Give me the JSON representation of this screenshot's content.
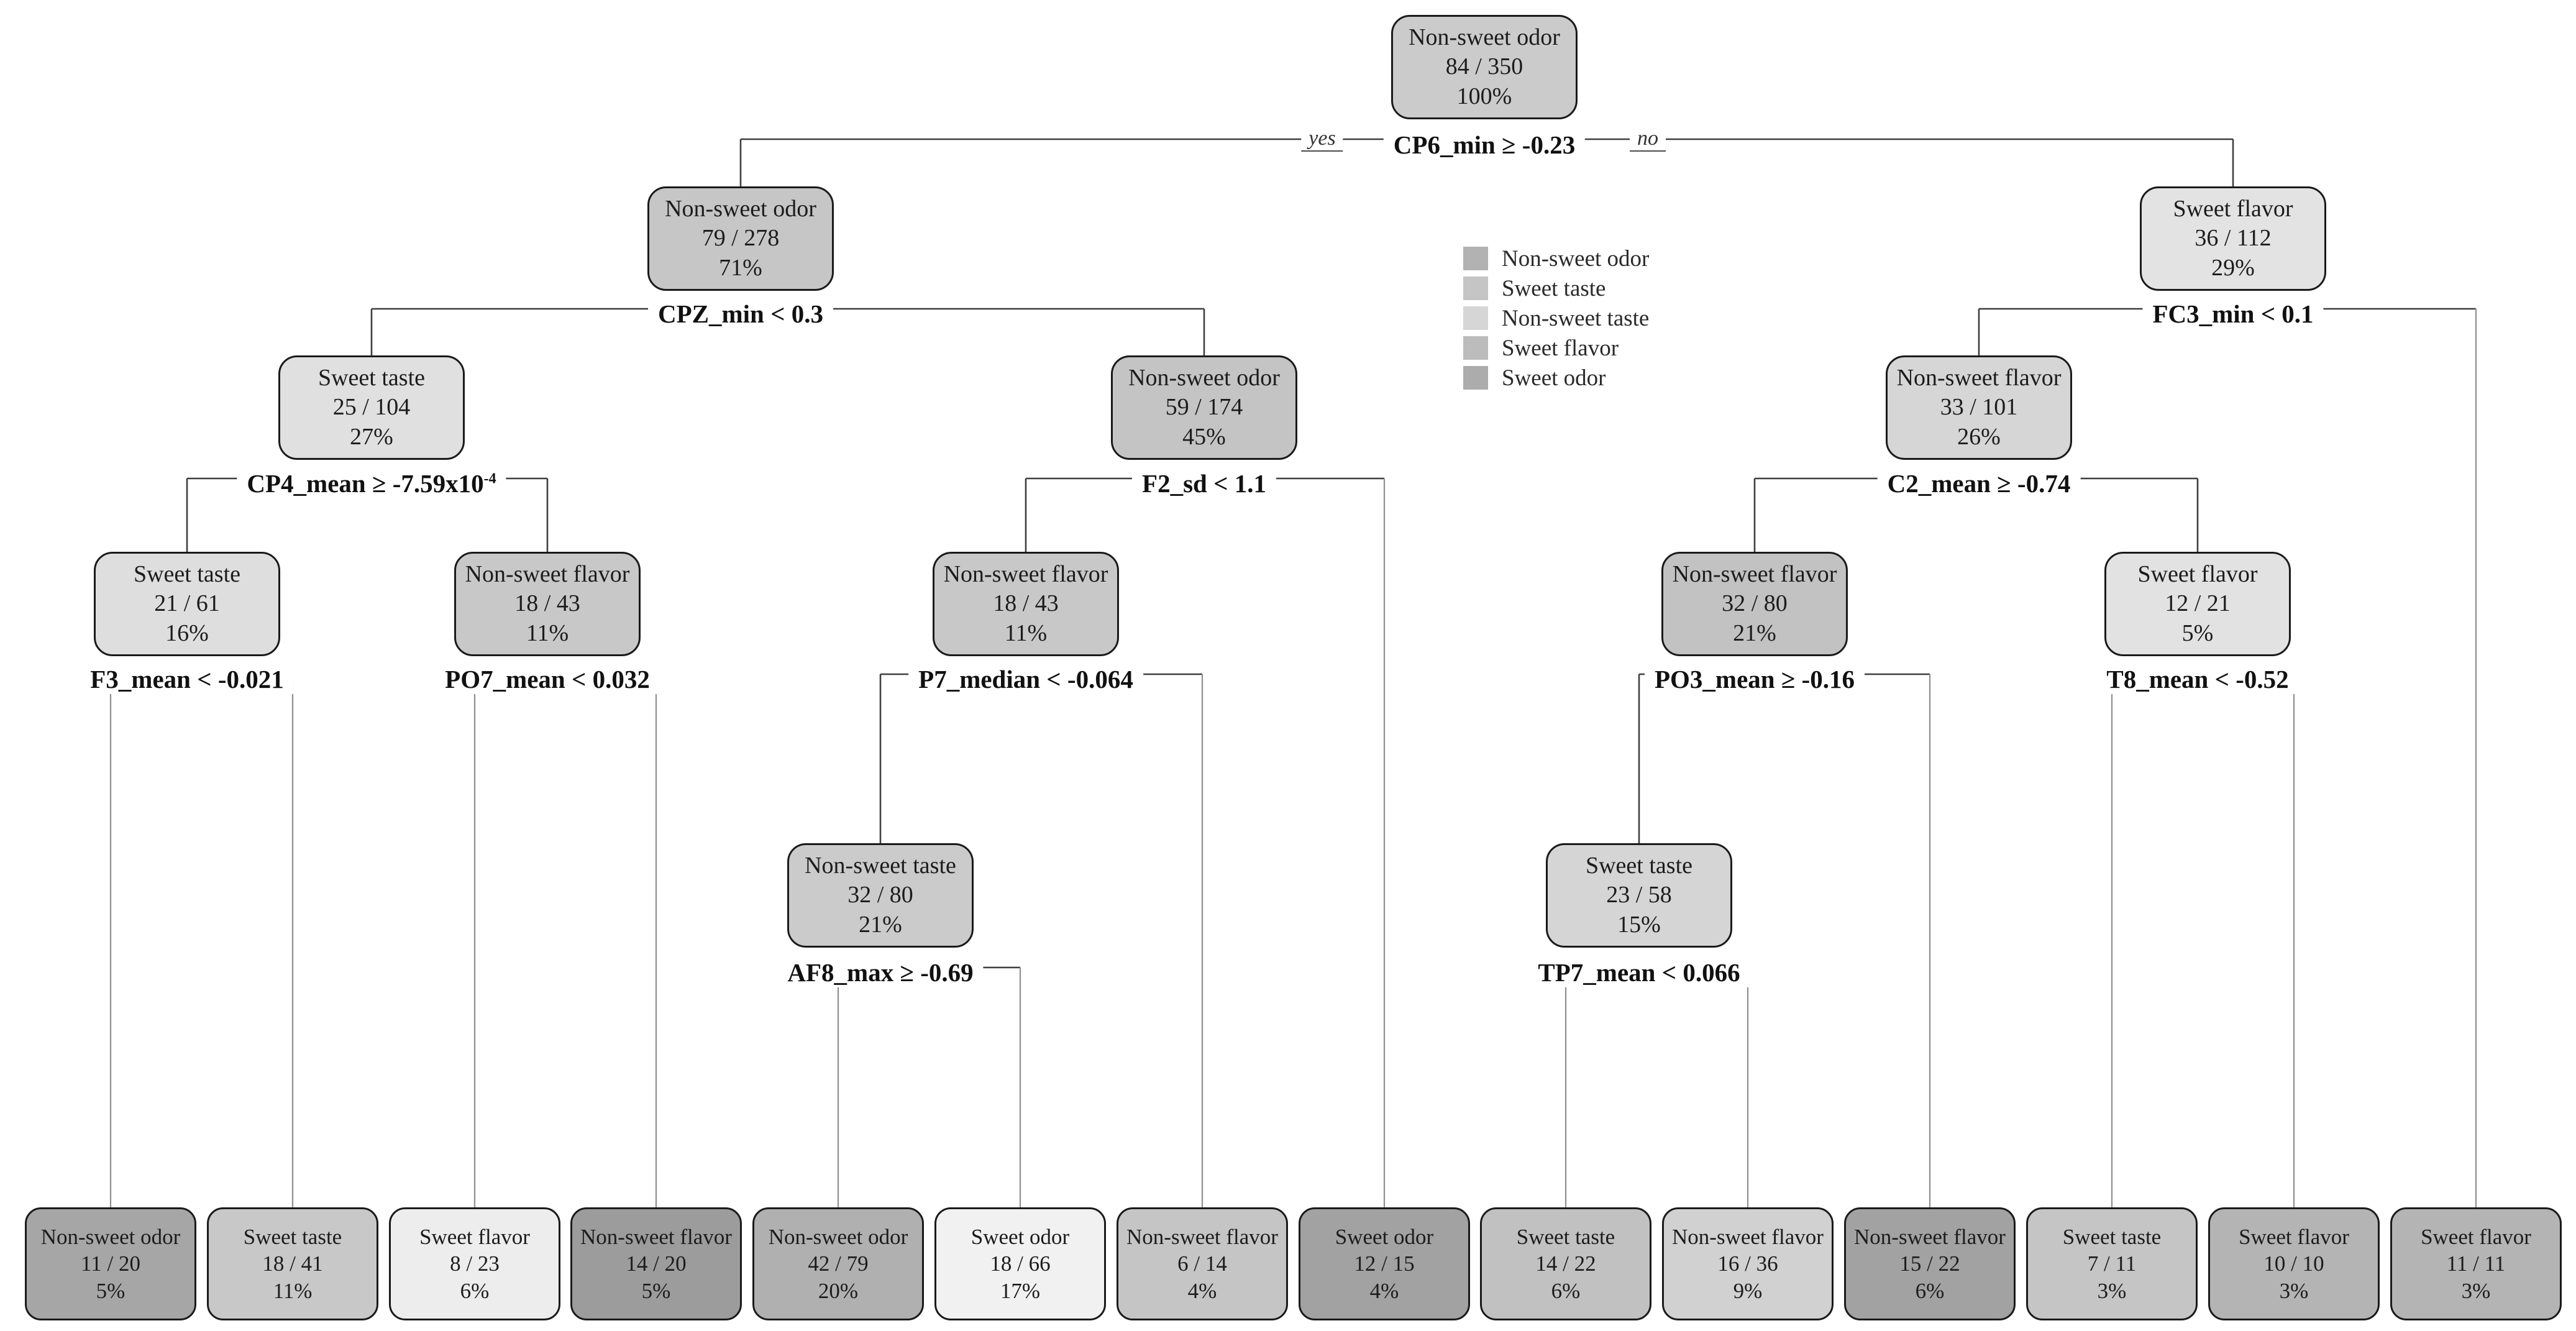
{
  "figure": {
    "kind": "decision-tree",
    "background": "#ffffff",
    "border_color": "#1a1a1a",
    "branch_line_color": "#3f3f3f"
  },
  "branch_labels": {
    "yes": "yes",
    "no": "no"
  },
  "legend": {
    "items": [
      {
        "label": "Non-sweet odor",
        "color": "#b2b2b2"
      },
      {
        "label": "Sweet taste",
        "color": "#c5c5c5"
      },
      {
        "label": "Non-sweet taste",
        "color": "#d6d6d6"
      },
      {
        "label": "Sweet flavor",
        "color": "#bcbcbc"
      },
      {
        "label": "Sweet odor",
        "color": "#acacac"
      }
    ]
  },
  "nodes": [
    {
      "id": "n1",
      "class_label": "Non-sweet odor",
      "fraction": "84 / 350",
      "percent": "100%",
      "fill": "#cbcbcb",
      "split_label": "CP6_min ≥ -0.23",
      "split_sup": "",
      "children": [
        "n2",
        "n3"
      ]
    },
    {
      "id": "n2",
      "class_label": "Non-sweet odor",
      "fraction": "79 / 278",
      "percent": "71%",
      "fill": "#c6c6c6",
      "split_label": "CPZ_min < 0.3",
      "split_sup": "",
      "children": [
        "n4",
        "n5"
      ]
    },
    {
      "id": "n3",
      "class_label": "Sweet flavor",
      "fraction": "36 / 112",
      "percent": "29%",
      "fill": "#e3e3e3",
      "split_label": "FC3_min < 0.1",
      "split_sup": "",
      "children": [
        "n6",
        "l14"
      ]
    },
    {
      "id": "n4",
      "class_label": "Sweet taste",
      "fraction": "25 / 104",
      "percent": "27%",
      "fill": "#e0e0e0",
      "split_label": "CP4_mean ≥ -7.59x10",
      "split_sup": "-4",
      "children": [
        "n7",
        "n8"
      ]
    },
    {
      "id": "n5",
      "class_label": "Non-sweet odor",
      "fraction": "59 / 174",
      "percent": "45%",
      "fill": "#c4c4c4",
      "split_label": "F2_sd < 1.1",
      "split_sup": "",
      "children": [
        "n9",
        "l8"
      ]
    },
    {
      "id": "n6",
      "class_label": "Non-sweet flavor",
      "fraction": "33 / 101",
      "percent": "26%",
      "fill": "#d6d6d6",
      "split_label": "C2_mean ≥ -0.74",
      "split_sup": "",
      "children": [
        "n10",
        "n11"
      ]
    },
    {
      "id": "n7",
      "class_label": "Sweet taste",
      "fraction": "21 / 61",
      "percent": "16%",
      "fill": "#dedede",
      "split_label": "F3_mean < -0.021",
      "split_sup": "",
      "children": [
        "l1",
        "l2"
      ]
    },
    {
      "id": "n8",
      "class_label": "Non-sweet flavor",
      "fraction": "18 / 43",
      "percent": "11%",
      "fill": "#c8c8c8",
      "split_label": "PO7_mean < 0.032",
      "split_sup": "",
      "children": [
        "l3",
        "l4"
      ]
    },
    {
      "id": "n9",
      "class_label": "Non-sweet flavor",
      "fraction": "18 / 43",
      "percent": "11%",
      "fill": "#c8c8c8",
      "split_label": "P7_median < -0.064",
      "split_sup": "",
      "children": [
        "n12",
        "l7"
      ]
    },
    {
      "id": "n10",
      "class_label": "Non-sweet flavor",
      "fraction": "32 / 80",
      "percent": "21%",
      "fill": "#c2c2c2",
      "split_label": "PO3_mean ≥ -0.16",
      "split_sup": "",
      "children": [
        "n13",
        "l11"
      ]
    },
    {
      "id": "n11",
      "class_label": "Sweet flavor",
      "fraction": "12 / 21",
      "percent": "5%",
      "fill": "#e2e2e2",
      "split_label": "T8_mean < -0.52",
      "split_sup": "",
      "children": [
        "l12",
        "l13"
      ]
    },
    {
      "id": "n12",
      "class_label": "Non-sweet taste",
      "fraction": "32 / 80",
      "percent": "21%",
      "fill": "#cbcbcb",
      "split_label": "AF8_max ≥ -0.69",
      "split_sup": "",
      "children": [
        "l5",
        "l6"
      ]
    },
    {
      "id": "n13",
      "class_label": "Sweet taste",
      "fraction": "23 / 58",
      "percent": "15%",
      "fill": "#d5d5d5",
      "split_label": "TP7_mean < 0.066",
      "split_sup": "",
      "children": [
        "l9",
        "l10"
      ]
    }
  ],
  "leaves": [
    {
      "id": "l1",
      "class_label": "Non-sweet odor",
      "fraction": "11 / 20",
      "percent": "5%",
      "fill": "#a6a6a6"
    },
    {
      "id": "l2",
      "class_label": "Sweet taste",
      "fraction": "18 / 41",
      "percent": "11%",
      "fill": "#c8c8c8"
    },
    {
      "id": "l3",
      "class_label": "Sweet flavor",
      "fraction": "8 / 23",
      "percent": "6%",
      "fill": "#ededed"
    },
    {
      "id": "l4",
      "class_label": "Non-sweet flavor",
      "fraction": "14 / 20",
      "percent": "5%",
      "fill": "#9c9c9c"
    },
    {
      "id": "l5",
      "class_label": "Non-sweet odor",
      "fraction": "42 / 79",
      "percent": "20%",
      "fill": "#b0b0b0"
    },
    {
      "id": "l6",
      "class_label": "Sweet odor",
      "fraction": "18 / 66",
      "percent": "17%",
      "fill": "#f1f1f1"
    },
    {
      "id": "l7",
      "class_label": "Non-sweet flavor",
      "fraction": "6 / 14",
      "percent": "4%",
      "fill": "#c5c5c5"
    },
    {
      "id": "l8",
      "class_label": "Sweet odor",
      "fraction": "12 / 15",
      "percent": "4%",
      "fill": "#a2a2a2"
    },
    {
      "id": "l9",
      "class_label": "Sweet taste",
      "fraction": "14 / 22",
      "percent": "6%",
      "fill": "#c1c1c1"
    },
    {
      "id": "l10",
      "class_label": "Non-sweet flavor",
      "fraction": "16 / 36",
      "percent": "9%",
      "fill": "#d1d1d1"
    },
    {
      "id": "l11",
      "class_label": "Non-sweet flavor",
      "fraction": "15 / 22",
      "percent": "6%",
      "fill": "#a2a2a2"
    },
    {
      "id": "l12",
      "class_label": "Sweet taste",
      "fraction": "7 / 11",
      "percent": "3%",
      "fill": "#c5c5c5"
    },
    {
      "id": "l13",
      "class_label": "Sweet flavor",
      "fraction": "10 / 10",
      "percent": "3%",
      "fill": "#b4b4b4"
    },
    {
      "id": "l14",
      "class_label": "Sweet flavor",
      "fraction": "11 / 11",
      "percent": "3%",
      "fill": "#b4b4b4"
    }
  ]
}
